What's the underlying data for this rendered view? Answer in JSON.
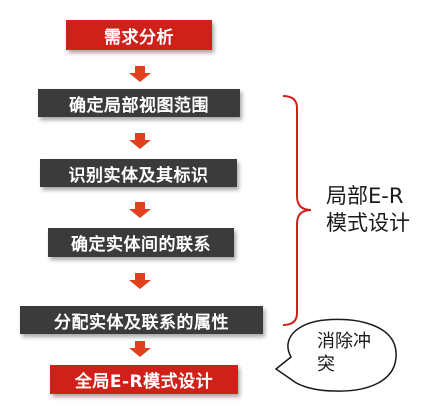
{
  "steps": [
    "需求分析",
    "确定局部视图范围",
    "识别实体及其标识",
    "确定实体间的联系",
    "分配实体及联系的属性",
    "全局E-R模式设计"
  ],
  "brace_label": {
    "line1": "局部E-R",
    "line2": "模式设计"
  },
  "callout": {
    "line1": "消除冲",
    "line2": "突"
  },
  "colors": {
    "red": "#d0201a",
    "dark": "#3b3b3b",
    "arrow": "#e0401e",
    "brace": "#d0201a"
  }
}
